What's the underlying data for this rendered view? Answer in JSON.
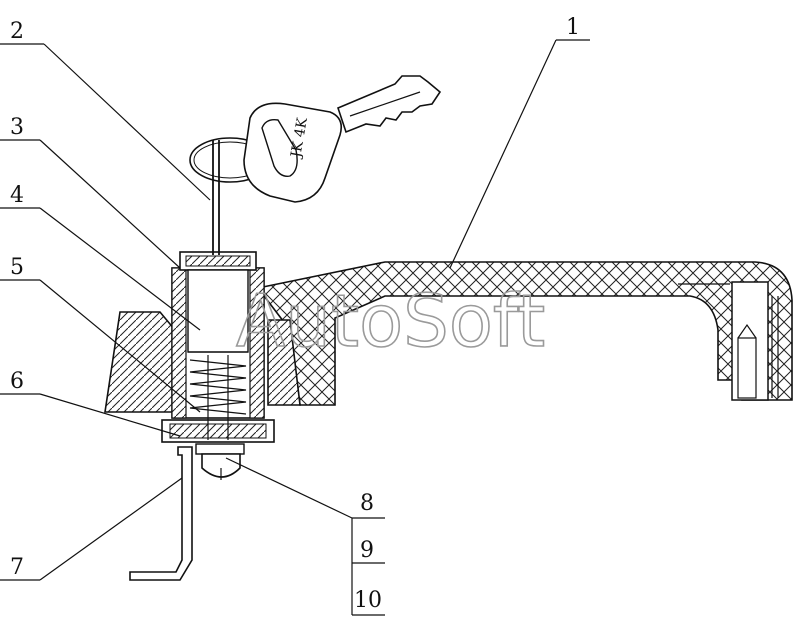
{
  "watermark": "AutoSoft",
  "key_chars": "JK 4K",
  "callouts": [
    {
      "id": "1",
      "label": "1"
    },
    {
      "id": "2",
      "label": "2"
    },
    {
      "id": "3",
      "label": "3"
    },
    {
      "id": "4",
      "label": "4"
    },
    {
      "id": "5",
      "label": "5"
    },
    {
      "id": "6",
      "label": "6"
    },
    {
      "id": "7",
      "label": "7"
    },
    {
      "id": "8",
      "label": "8"
    },
    {
      "id": "9",
      "label": "9"
    },
    {
      "id": "10",
      "label": "10"
    }
  ]
}
